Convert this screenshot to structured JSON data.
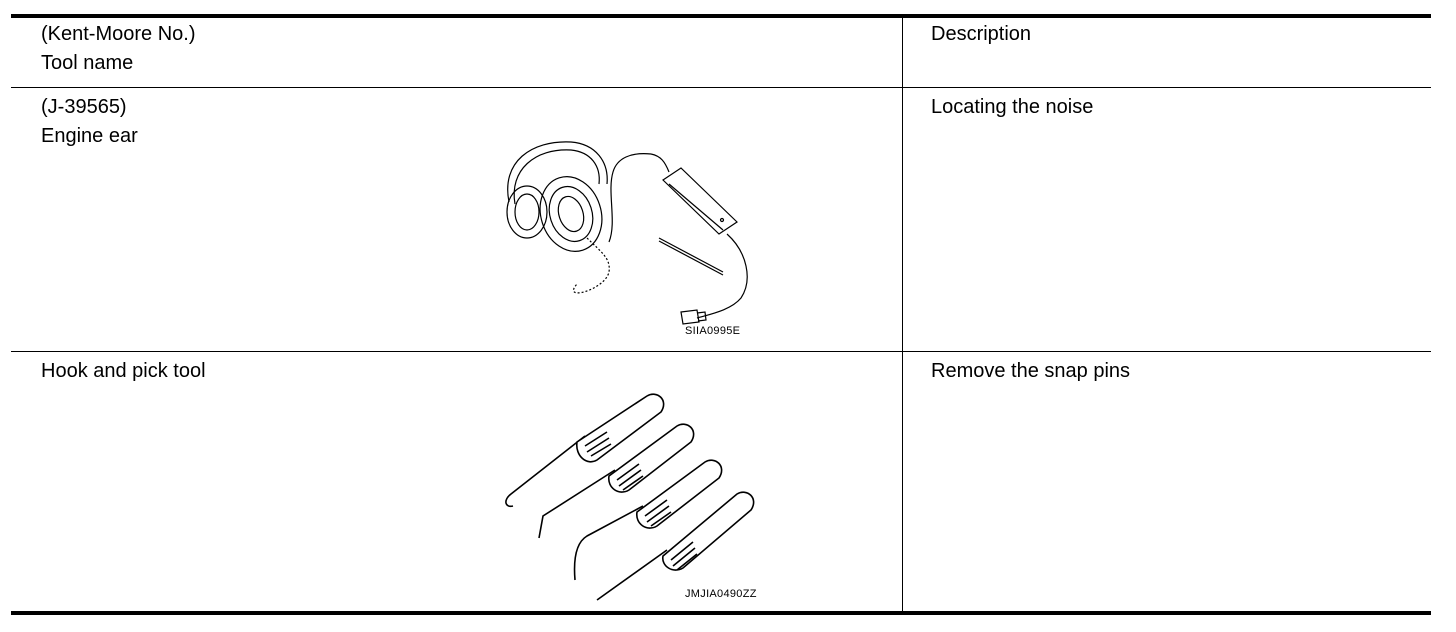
{
  "header": {
    "col1_line1": "(Kent-Moore No.)",
    "col1_line2": "Tool name",
    "col2": "Description"
  },
  "rows": [
    {
      "tool_number": "(J-39565)",
      "tool_name": "Engine ear",
      "description": "Locating the noise",
      "figure_code": "SIIA0995E",
      "figure_icon": "engine-ear-stethoscope-icon"
    },
    {
      "tool_number": "",
      "tool_name": "Hook and pick tool",
      "description": "Remove the snap pins",
      "figure_code": "JMJIA0490ZZ",
      "figure_icon": "hook-and-pick-tool-icon"
    }
  ],
  "colors": {
    "ink": "#000000",
    "paper": "#ffffff"
  }
}
